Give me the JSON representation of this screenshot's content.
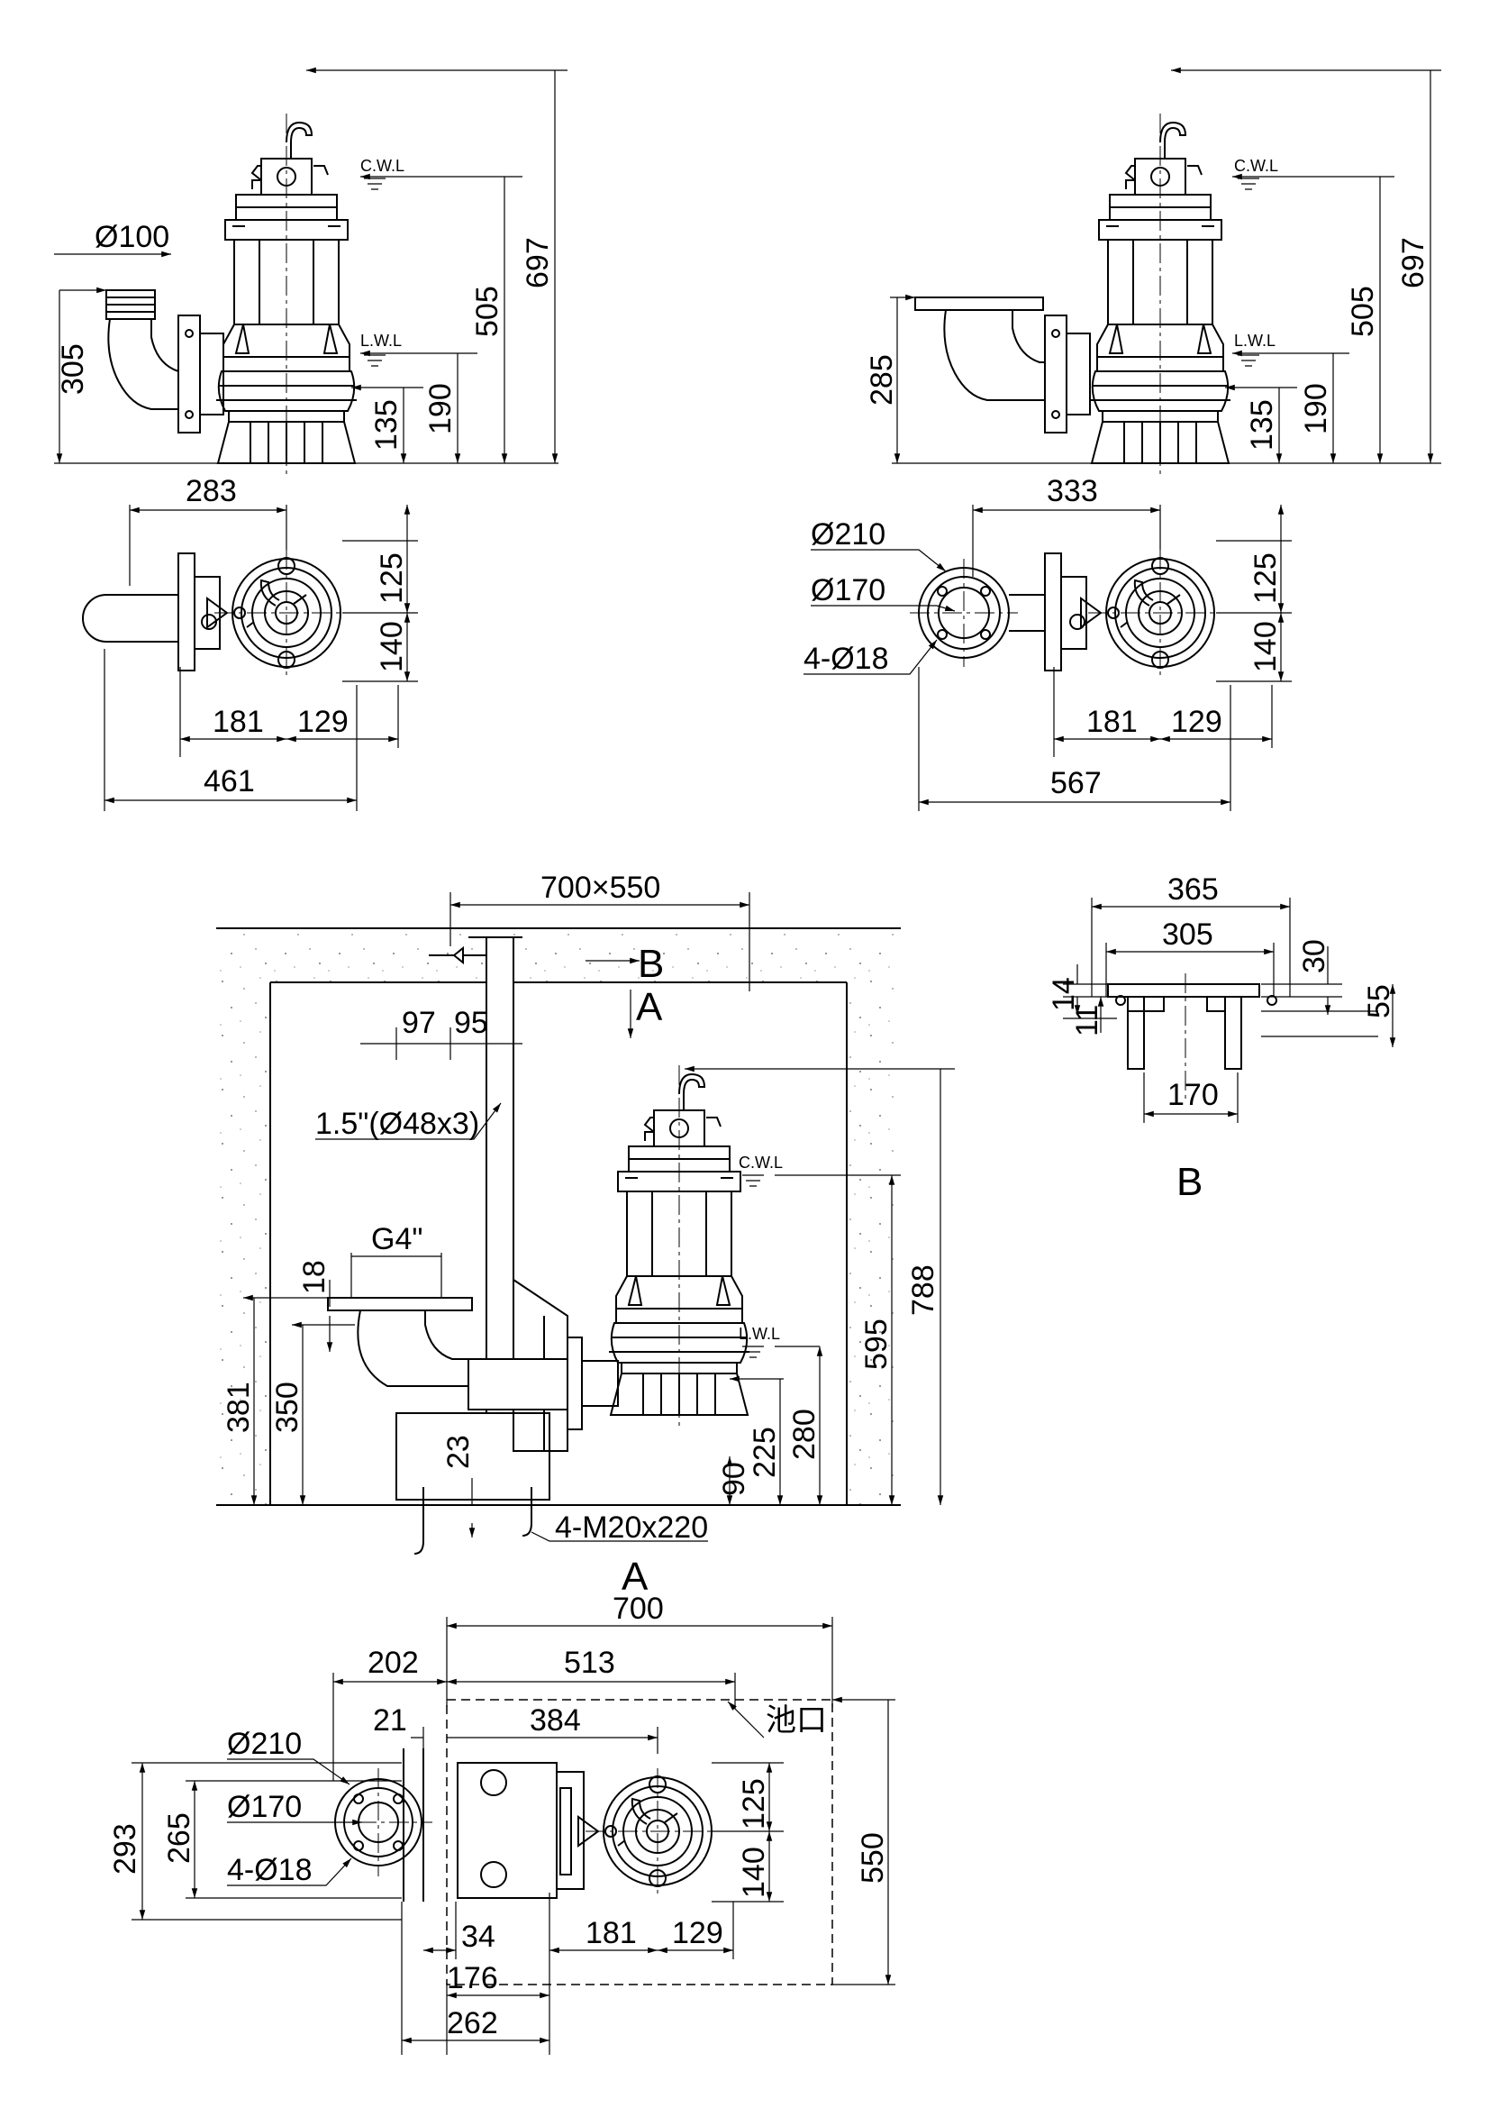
{
  "top_left": {
    "phi100": "Ø100",
    "d697": "697",
    "d505": "505",
    "d305": "305",
    "d190": "190",
    "d135": "135",
    "cwl": "C.W.L",
    "lwl": "L.W.L"
  },
  "top_right": {
    "d697": "697",
    "d505": "505",
    "d285": "285",
    "d190": "190",
    "d135": "135",
    "cwl": "C.W.L",
    "lwl": "L.W.L"
  },
  "plan_left": {
    "d283": "283",
    "d125": "125",
    "d140": "140",
    "d181": "181",
    "d129": "129",
    "d461": "461"
  },
  "plan_right": {
    "d333": "333",
    "phi210": "Ø210",
    "phi170": "Ø170",
    "holes": "4-Ø18",
    "d125": "125",
    "d140": "140",
    "d181": "181",
    "d129": "129",
    "d567": "567"
  },
  "install_section": {
    "pit": "700×550",
    "markB": "B",
    "markA_top": "A",
    "markA_bottom": "A",
    "d97": "97",
    "d95": "95",
    "pipe": "1.5\"(Ø48x3)",
    "g4": "G4\"",
    "d18": "18",
    "d381": "381",
    "d350": "350",
    "d23": "23",
    "bolts": "4-M20x220",
    "cwl": "C.W.L",
    "lwl": "L.W.L",
    "d788": "788",
    "d595": "595",
    "d280": "280",
    "d225": "225",
    "d90": "90"
  },
  "detail_b": {
    "d365": "365",
    "d305": "305",
    "d30": "30",
    "d14": "14",
    "d11": "11",
    "d55": "55",
    "d170": "170",
    "title": "B"
  },
  "install_plan": {
    "d700": "700",
    "d202": "202",
    "d513": "513",
    "d21": "21",
    "d384": "384",
    "pool": "池口",
    "phi210": "Ø210",
    "phi170": "Ø170",
    "holes": "4-Ø18",
    "d293": "293",
    "d265": "265",
    "d125": "125",
    "d140": "140",
    "d550": "550",
    "d34": "34",
    "d181": "181",
    "d129": "129",
    "d176": "176",
    "d262": "262"
  }
}
